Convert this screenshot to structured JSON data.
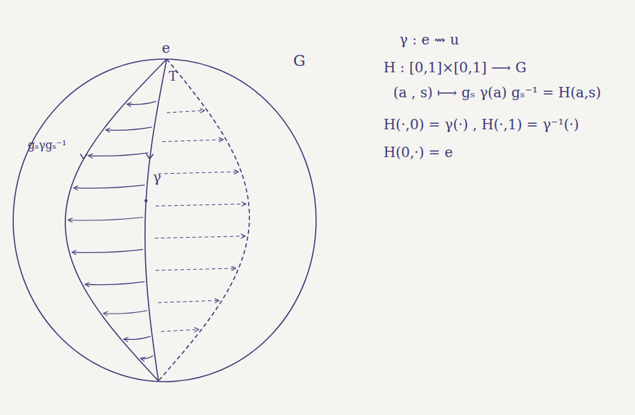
{
  "diagram": {
    "labels": [
      "e",
      "T",
      "G",
      "gₛγgₛ⁻¹",
      "γ",
      "γ : e ⇝ u",
      "H : [0,1]×[0,1] ⟶ G",
      "(a , s) ⟼ gₛ γ(a) gₛ⁻¹ = H(a,s)",
      "H(·,0) = γ(·) ,  H(·,1) = γ⁻¹(·)",
      "H(0,·) = e"
    ]
  }
}
